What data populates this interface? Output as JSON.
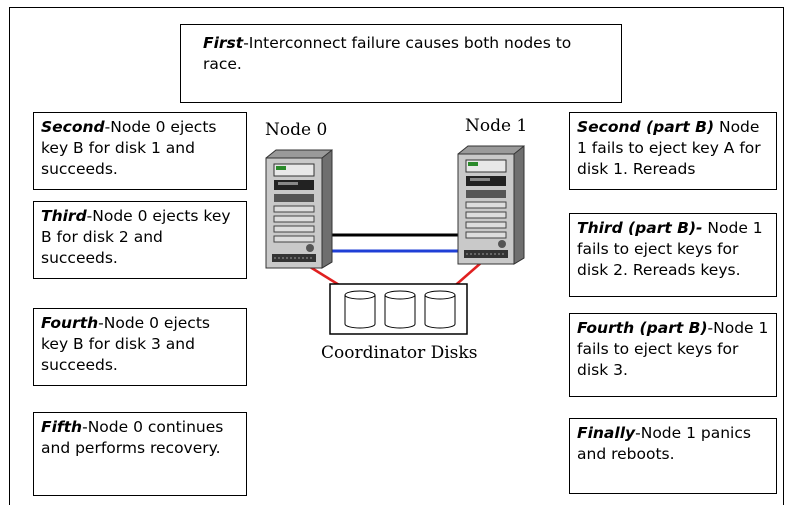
{
  "steps": {
    "first": {
      "title": "First",
      "sep": "-",
      "text": "Interconnect failure causes both nodes to race."
    },
    "second": {
      "title": "Second",
      "sep": "-",
      "text": "Node 0 ejects key B for disk 1 and succeeds."
    },
    "third": {
      "title": "Third",
      "sep": "-",
      "text": "Node 0 ejects key B for disk 2 and succeeds."
    },
    "fourth": {
      "title": "Fourth",
      "sep": "-",
      "text": "Node 0 ejects key B for disk 3 and succeeds."
    },
    "fifth": {
      "title": "Fifth",
      "sep": "-",
      "text": "Node 0 continues and performs recovery."
    },
    "second_b": {
      "title": "Second (part B)",
      "sep": " ",
      "text": "Node 1 fails to eject key A for disk 1. Rereads"
    },
    "third_b": {
      "title": "Third (part B)-",
      "sep": " ",
      "text": "Node 1 fails to eject keys for disk 2. Rereads keys."
    },
    "fourth_b": {
      "title": "Fourth (part B)",
      "sep": "-",
      "text": "Node 1 fails to eject keys for disk 3."
    },
    "finally": {
      "title": "Finally",
      "sep": "-",
      "text": "Node 1 panics and reboots."
    }
  },
  "nodes": {
    "node0": "Node 0",
    "node1": "Node 1"
  },
  "coordinator_label": "Coordinator Disks",
  "colors": {
    "interconnect_top": "#000000",
    "interconnect_bottom": "#1f3fd6",
    "disk_link": "#e02020"
  }
}
